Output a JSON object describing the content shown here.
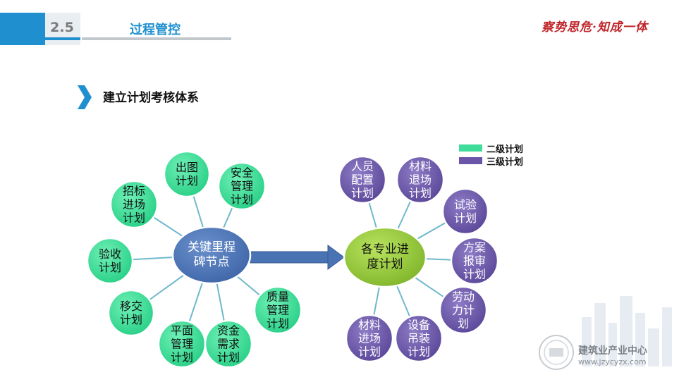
{
  "header": {
    "section_number": "2.5",
    "section_title": "过程管控",
    "slogan": "察势思危·知成一体"
  },
  "subtitle": "建立计划考核体系",
  "legend": [
    {
      "label": "二级计划",
      "color": "#3fdc9a"
    },
    {
      "label": "三级计划",
      "color": "#6a55a9"
    }
  ],
  "diagram": {
    "left_hub": {
      "label": "关键里程\n碑节点"
    },
    "right_hub": {
      "label": "各专业进\n度计划"
    },
    "left_nodes": [
      {
        "label": "出图\n计划"
      },
      {
        "label": "安全\n管理\n计划"
      },
      {
        "label": "招标\n进场\n计划"
      },
      {
        "label": "验收\n计划"
      },
      {
        "label": "移交\n计划"
      },
      {
        "label": "平面\n管理\n计划"
      },
      {
        "label": "资金\n需求\n计划"
      },
      {
        "label": "质量\n管理\n计划"
      }
    ],
    "right_nodes": [
      {
        "label": "人员\n配置\n计划"
      },
      {
        "label": "材料\n退场\n计划"
      },
      {
        "label": "试验\n计划"
      },
      {
        "label": "方案\n报审\n计划"
      },
      {
        "label": "劳动\n力计\n划"
      },
      {
        "label": "设备\n吊装\n计划"
      },
      {
        "label": "材料\n进场\n计划"
      }
    ]
  },
  "watermark": {
    "name": "建筑业产业中心",
    "url": "www.jzycyzx.com"
  },
  "colors": {
    "accent_blue": "#1f8fd0",
    "level2_green": "#3fdc9a",
    "level3_purple": "#6a55a9",
    "hub_blue": "#4a73b3",
    "hub_green": "#95c93d"
  }
}
